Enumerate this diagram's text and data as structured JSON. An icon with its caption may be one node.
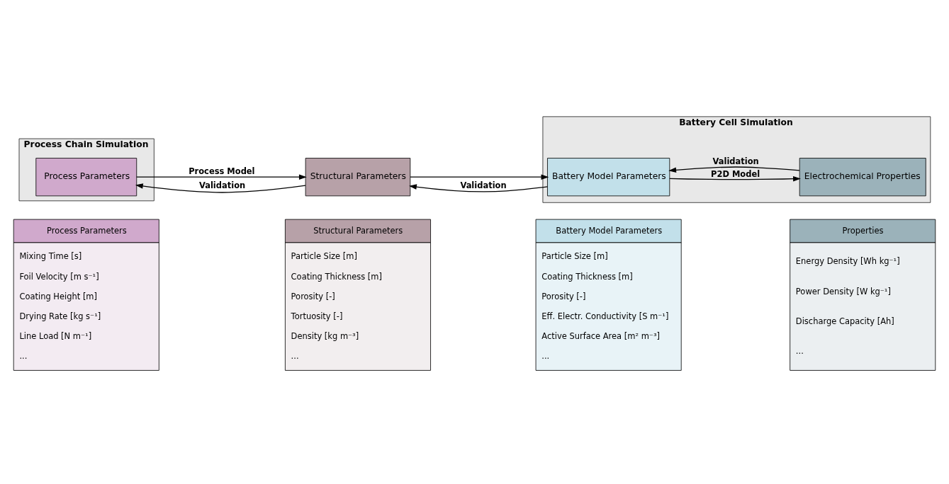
{
  "diagram": {
    "nodes": [
      {
        "text": [
          "Process Chain Simulation"
        ]
      },
      {
        "text": [
          "Process Parameters"
        ],
        "in": 0
      },
      {
        "text": [
          "Structural Parameters"
        ]
      },
      {
        "text": [
          "Battery Cell Simulation"
        ]
      },
      {
        "text": [
          "Battery Model Parameters"
        ],
        "in": 3
      },
      {
        "text": [
          "Electrochemical Properties"
        ],
        "in": 3
      },
      {
        "text": [
          "Process Parameters",
          "Mixing Time [s]",
          "Foil Velocity [m s⁻¹]",
          "Coating Height [m]",
          "Drying Rate [kg s⁻¹]",
          "Line Load [N m⁻¹]",
          "..."
        ]
      },
      {
        "text": [
          "Structural Parameters",
          "Particle Size [m]",
          "Coating Thickness [m]",
          "Porosity [-]",
          "Tortuosity [-]",
          "Density [kg m⁻³]",
          "..."
        ]
      },
      {
        "text": [
          "Battery Model Parameters",
          "Particle Size [m]",
          "Coating Thickness [m]",
          "Porosity [-]",
          "Eff. Electr. Conductivity [S m⁻¹]",
          "Active Surface Area [m² m⁻³]",
          "..."
        ]
      },
      {
        "text": [
          "Properties",
          "Energy Density [Wh kg⁻¹]",
          "Power Density [W kg⁻¹]",
          "Discharge Capacity [Ah]",
          "..."
        ]
      }
    ],
    "edges": [
      {
        "from": 1,
        "to": 2,
        "arrow": "to",
        "label": "Process Model"
      },
      {
        "from": 2,
        "to": 1,
        "arrow": "to",
        "label": "Validation"
      },
      {
        "from": 2,
        "to": 4,
        "arrow": "to"
      },
      {
        "from": 4,
        "to": 2,
        "arrow": "to",
        "label": "Validation"
      },
      {
        "from": 4,
        "to": 5,
        "arrow": "to",
        "label": "P2D Model"
      },
      {
        "from": 5,
        "to": 4,
        "arrow": "to",
        "label": "Validation"
      }
    ]
  }
}
